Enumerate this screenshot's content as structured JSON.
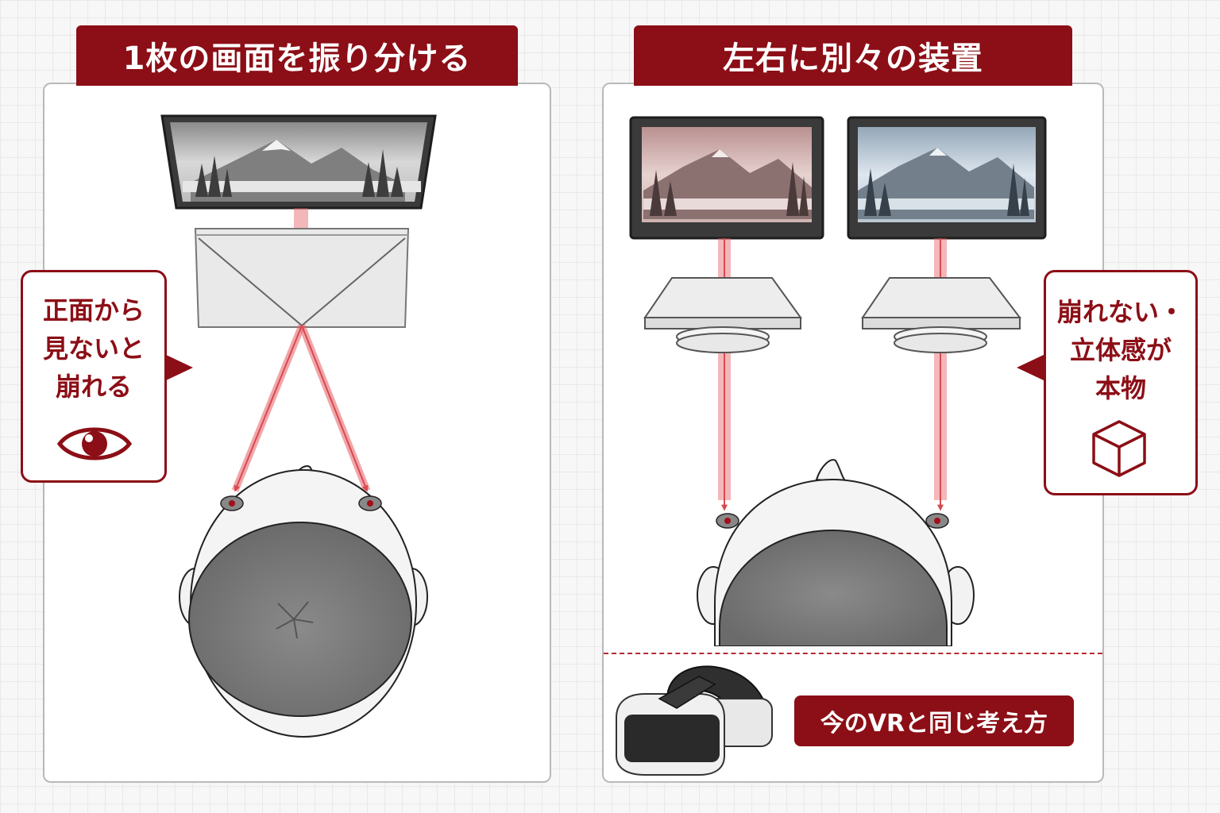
{
  "left_panel": {
    "title": "1枚の画面を振り分ける",
    "callout_lines": [
      "正面から",
      "見ないと",
      "崩れる"
    ],
    "callout_icon": "eye-icon"
  },
  "right_panel": {
    "title": "左右に別々の装置",
    "callout_lines": [
      "崩れない・",
      "立体感が",
      "本物"
    ],
    "callout_icon": "cube-icon",
    "vr_label": "今のVRと同じ考え方",
    "vr_icon": "vr-headset-icon"
  },
  "colors": {
    "accent": "#8c0e16",
    "light_beam": "#e65f64",
    "panel_border": "#b9b9b9",
    "hair": "#7a7a7a"
  }
}
